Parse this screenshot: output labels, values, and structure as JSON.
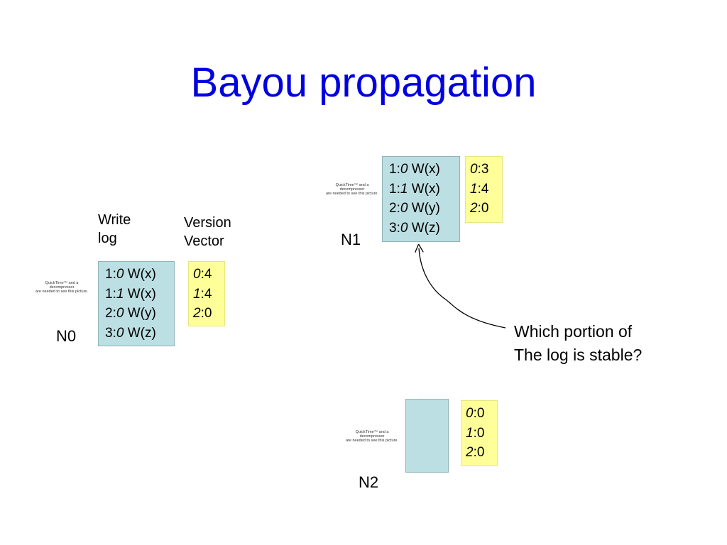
{
  "slide": {
    "title": "Bayou propagation",
    "header_write_log": [
      "Write",
      "log"
    ],
    "header_version_vector": [
      "Version",
      "Vector"
    ],
    "question": [
      "Which portion of",
      "The log is stable?"
    ]
  },
  "placeholder_text": [
    "QuickTime™ and a",
    "decompressor",
    "are needed to see this picture."
  ],
  "nodes": {
    "n0": {
      "label": "N0",
      "log": [
        {
          "a": "1:",
          "b": "0",
          "c": " W(x)"
        },
        {
          "a": "1:",
          "b": "1",
          "c": " W(x)"
        },
        {
          "a": "2:",
          "b": "0",
          "c": " W(y)"
        },
        {
          "a": "3:",
          "b": "0",
          "c": " W(z)"
        }
      ],
      "vv": [
        {
          "k": "0",
          "v": ":4"
        },
        {
          "k": "1",
          "v": ":4"
        },
        {
          "k": "2",
          "v": ":0"
        }
      ]
    },
    "n1": {
      "label": "N1",
      "log": [
        {
          "a": "1:",
          "b": "0",
          "c": " W(x)"
        },
        {
          "a": "1:",
          "b": "1",
          "c": " W(x)"
        },
        {
          "a": "2:",
          "b": "0",
          "c": " W(y)"
        },
        {
          "a": "3:",
          "b": "0",
          "c": " W(z)"
        }
      ],
      "vv": [
        {
          "k": "0",
          "v": ":3"
        },
        {
          "k": "1",
          "v": ":4"
        },
        {
          "k": "2",
          "v": ":0"
        }
      ]
    },
    "n2": {
      "label": "N2",
      "log": [],
      "vv": [
        {
          "k": "0",
          "v": ":0"
        },
        {
          "k": "1",
          "v": ":0"
        },
        {
          "k": "2",
          "v": ":0"
        }
      ]
    }
  },
  "colors": {
    "title": "#0000e0",
    "log_fill": "#bcdfe3",
    "vv_fill": "#ffff99"
  }
}
